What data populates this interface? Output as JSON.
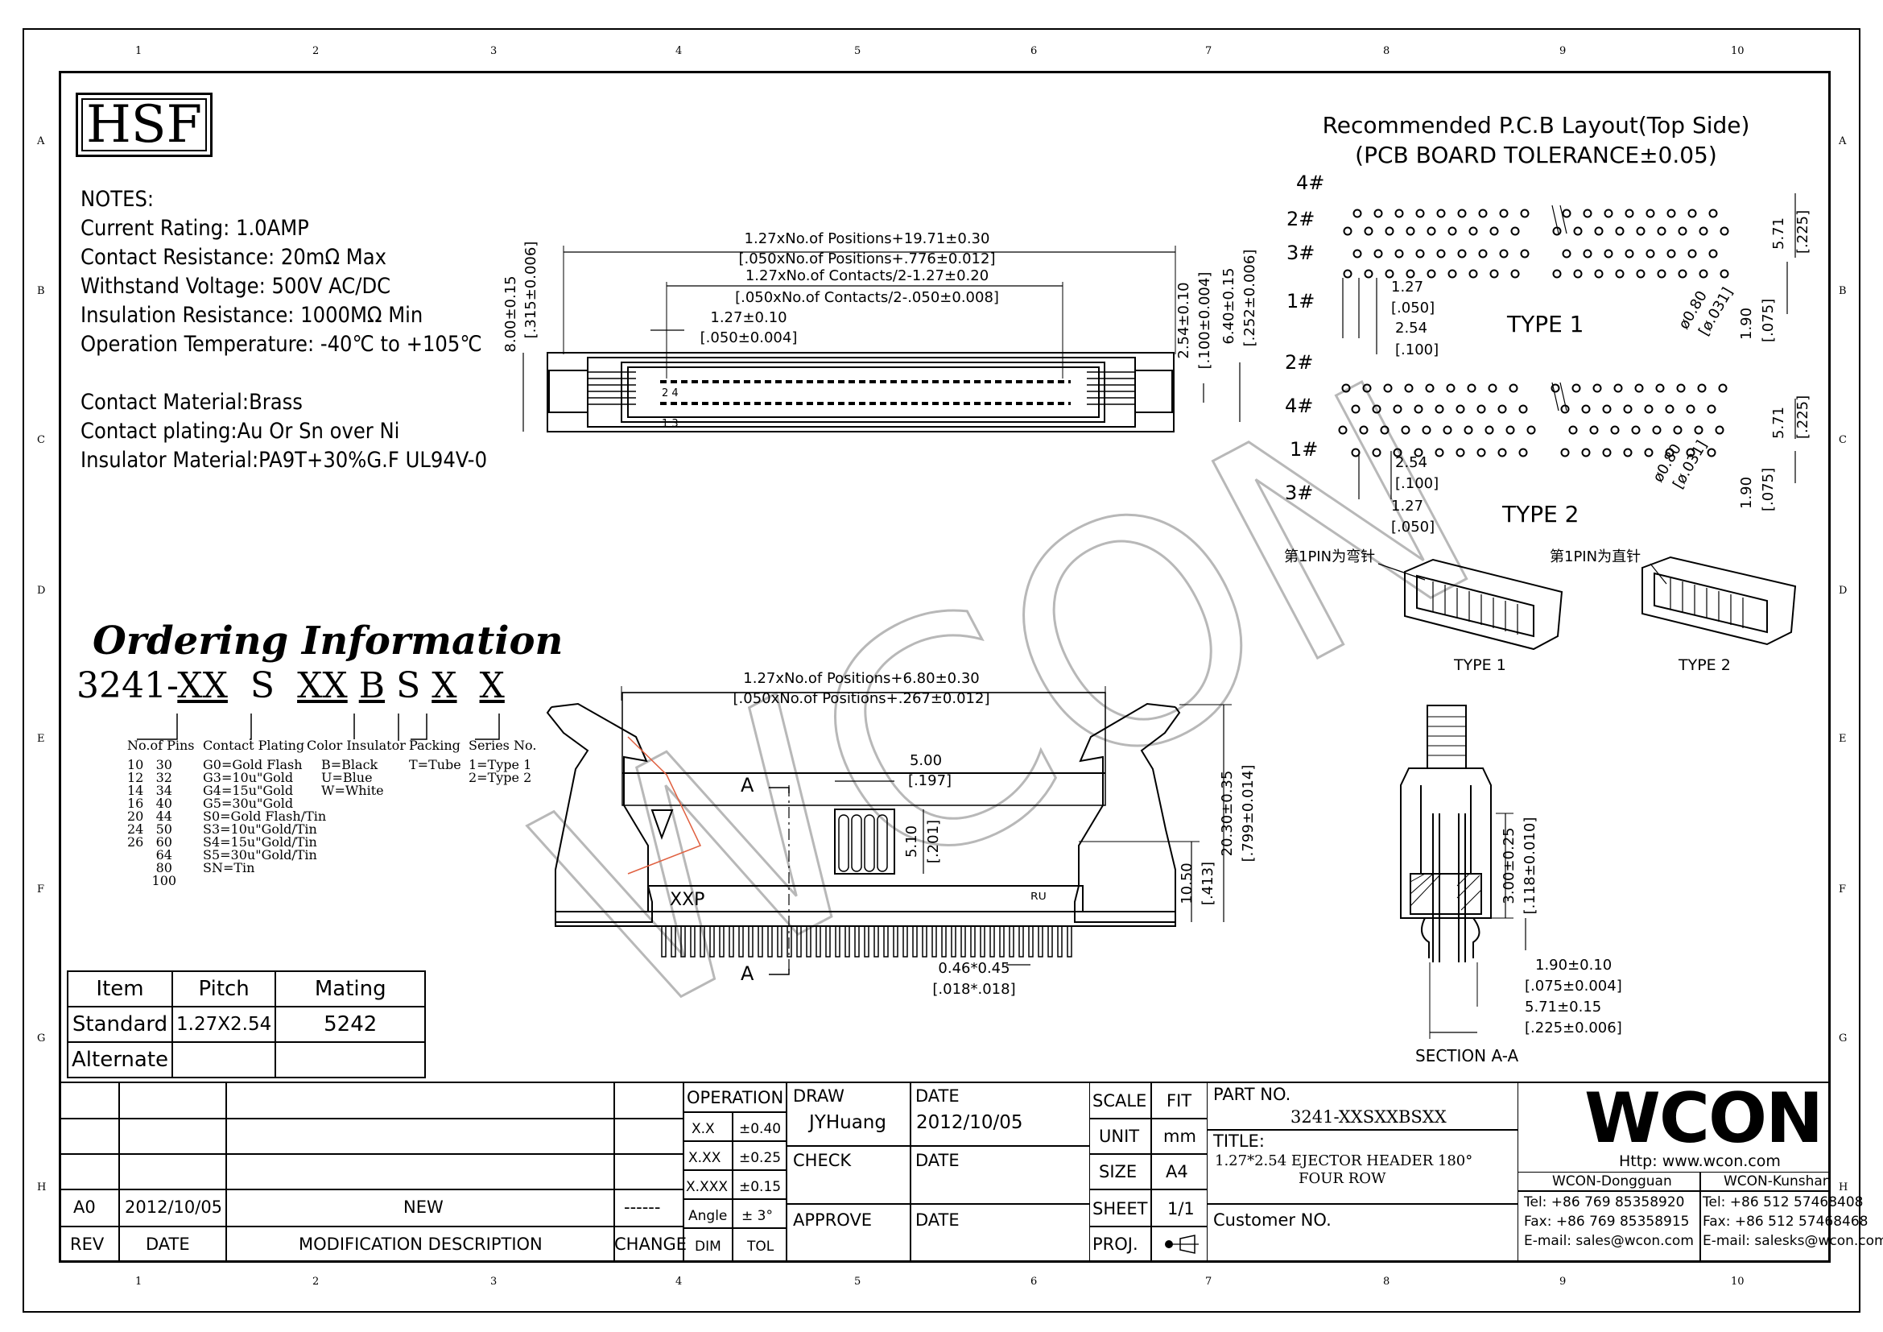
{
  "zones": {
    "cols": [
      "1",
      "2",
      "3",
      "4",
      "5",
      "6",
      "7",
      "8",
      "9",
      "10"
    ],
    "rows": [
      "A",
      "B",
      "C",
      "D",
      "E",
      "F",
      "G",
      "H"
    ]
  },
  "logo": "HSF",
  "notes": {
    "title": "NOTES:",
    "lines": [
      "Current Rating: 1.0AMP",
      "Contact Resistance: 20mΩ Max",
      "Withstand Voltage: 500V AC/DC",
      "Insulation Resistance: 1000MΩ Min",
      "Operation Temperature: -40℃ to +105℃",
      "",
      "Contact Material:Brass",
      "Contact plating:Au Or Sn over Ni",
      "Insulator Material:PA9T+30%G.F UL94V-0"
    ]
  },
  "top_view": {
    "d1a": "1.27xNo.of Positions+19.71±0.30",
    "d1b": "[.050xNo.of Positions+.776±0.012]",
    "d2a": "1.27xNo.of Contacts/2-1.27±0.20",
    "d2b": "[.050xNo.of Contacts/2-.050±0.008]",
    "d3a": "1.27±0.10",
    "d3b": "[.050±0.004]",
    "h1a": "8.00±0.15",
    "h1b": "[.315±0.006]",
    "h2a": "2.54±0.10",
    "h2b": "[.100±0.004]",
    "h3a": "6.40±0.15",
    "h3b": "[.252±0.006]",
    "pin_top": "2 4",
    "pin_bot": "1 3"
  },
  "pcb": {
    "title1": "Recommended P.C.B Layout(Top Side)",
    "title2": "(PCB BOARD TOLERANCE±0.05)",
    "type1": "TYPE 1",
    "type2": "TYPE 2",
    "p4": "4#",
    "p2": "2#",
    "p3": "3#",
    "p1": "1#",
    "d127": "1.27",
    "d127b": "[.050]",
    "d254": "2.54",
    "d254b": "[.100]",
    "d571": "5.71",
    "d571b": "[.225]",
    "d190": "1.90",
    "d190b": "[.075]",
    "phi": "ø0.80",
    "phib": "[ø.031]"
  },
  "iso": {
    "label1": "第1PIN为弯针",
    "label2": "第1PIN为直针",
    "type1": "TYPE 1",
    "type2": "TYPE 2"
  },
  "ordering": {
    "title": "Ordering Information",
    "code_prefix": "3241-",
    "code_parts": [
      "XX",
      "S",
      "XX",
      "B",
      "S",
      "X",
      "X"
    ],
    "cols": [
      {
        "head": "No.of Pins",
        "items": [
          "10   30",
          "12   32",
          "14   34",
          "16   40",
          "20   44",
          "24   50",
          "26   60",
          "       64",
          "       80",
          "      100"
        ]
      },
      {
        "head": "Contact Plating",
        "items": [
          "G0=Gold Flash",
          "G3=10u\"Gold",
          "G4=15u\"Gold",
          "G5=30u\"Gold",
          "S0=Gold Flash/Tin",
          "S3=10u\"Gold/Tin",
          "S4=15u\"Gold/Tin",
          "S5=30u\"Gold/Tin",
          "SN=Tin"
        ]
      },
      {
        "head": "Color Insulator",
        "items": [
          "B=Black",
          "U=Blue",
          "W=White"
        ]
      },
      {
        "head": "Packing",
        "items": [
          "T=Tube"
        ]
      },
      {
        "head": "Series No.",
        "items": [
          "1=Type 1",
          "2=Type 2"
        ]
      }
    ]
  },
  "front_view": {
    "d1a": "1.27xNo.of Positions+6.80±0.30",
    "d1b": "[.050xNo.of Positions+.267±0.012]",
    "d500": "5.00",
    "d500b": "[.197]",
    "d510": "5.10",
    "d510b": "[.201]",
    "d1050": "10.50",
    "d1050b": "[.413]",
    "d2030": "20.30±0.35",
    "d2030b": "[.799±0.014]",
    "d046": "0.46*0.45",
    "d046b": "[.018*.018]",
    "sec": "A",
    "brand": "XXP",
    "ul": "ᴿᵁ"
  },
  "section": {
    "title": "SECTION A-A",
    "d300": "3.00±0.25",
    "d300b": "[.118±0.010]",
    "d190": "1.90±0.10",
    "d190b": "[.075±0.004]",
    "d571": "5.71±0.15",
    "d571b": "[.225±0.006]"
  },
  "item_table": {
    "h_item": "Item",
    "h_pitch": "Pitch",
    "h_mating": "Mating",
    "r1_item": "Standard",
    "r1_pitch": "1.27X2.54",
    "r1_mating": "5242",
    "r2_item": "Alternate"
  },
  "watermark": "WCON",
  "title_block": {
    "rev_h": "REV",
    "date_h": "DATE",
    "mod_h": "MODIFICATION DESCRIPTION",
    "change_h": "CHANGE",
    "rev": "A0",
    "rev_date": "2012/10/05",
    "rev_desc": "NEW",
    "rev_change": "------",
    "operation": "OPERATION",
    "tol": [
      [
        "X.X",
        "±0.40"
      ],
      [
        "X.XX",
        "±0.25"
      ],
      [
        "X.XXX",
        "±0.15"
      ],
      [
        "Angle",
        "± 3°"
      ]
    ],
    "dim_h": "DIM",
    "tol_h": "TOL",
    "draw": "DRAW",
    "drawer": "JYHuang",
    "date": "DATE",
    "draw_date": "2012/10/05",
    "check": "CHECK",
    "check_date": "DATE",
    "approve": "APPROVE",
    "approve_date": "DATE",
    "scale": "SCALE",
    "scale_v": "FIT",
    "unit": "UNIT",
    "unit_v": "mm",
    "size": "SIZE",
    "size_v": "A4",
    "sheet": "SHEET",
    "sheet_v": "1/1",
    "proj": "PROJ.",
    "part_no_h": "PART NO.",
    "part_no": "3241-XXSXXBSXX",
    "title_h": "TITLE:",
    "title_l1": "1.27*2.54 EJECTOR HEADER 180°",
    "title_l2": "FOUR ROW",
    "customer_h": "Customer NO.",
    "logo": "WCON",
    "http": "Http:  www.wcon.com",
    "dg_h": "WCON-Dongguan",
    "ks_h": "WCON-Kunshan",
    "dg_tel": "Tel:  +86 769 85358920",
    "dg_fax": "Fax:  +86 769 85358915",
    "dg_mail": "E-mail:  sales@wcon.com",
    "ks_tel": "Tel:  +86 512 57468408",
    "ks_fax": "Fax:  +86 512 57468468",
    "ks_mail": "E-mail:  salesks@wcon.com"
  }
}
